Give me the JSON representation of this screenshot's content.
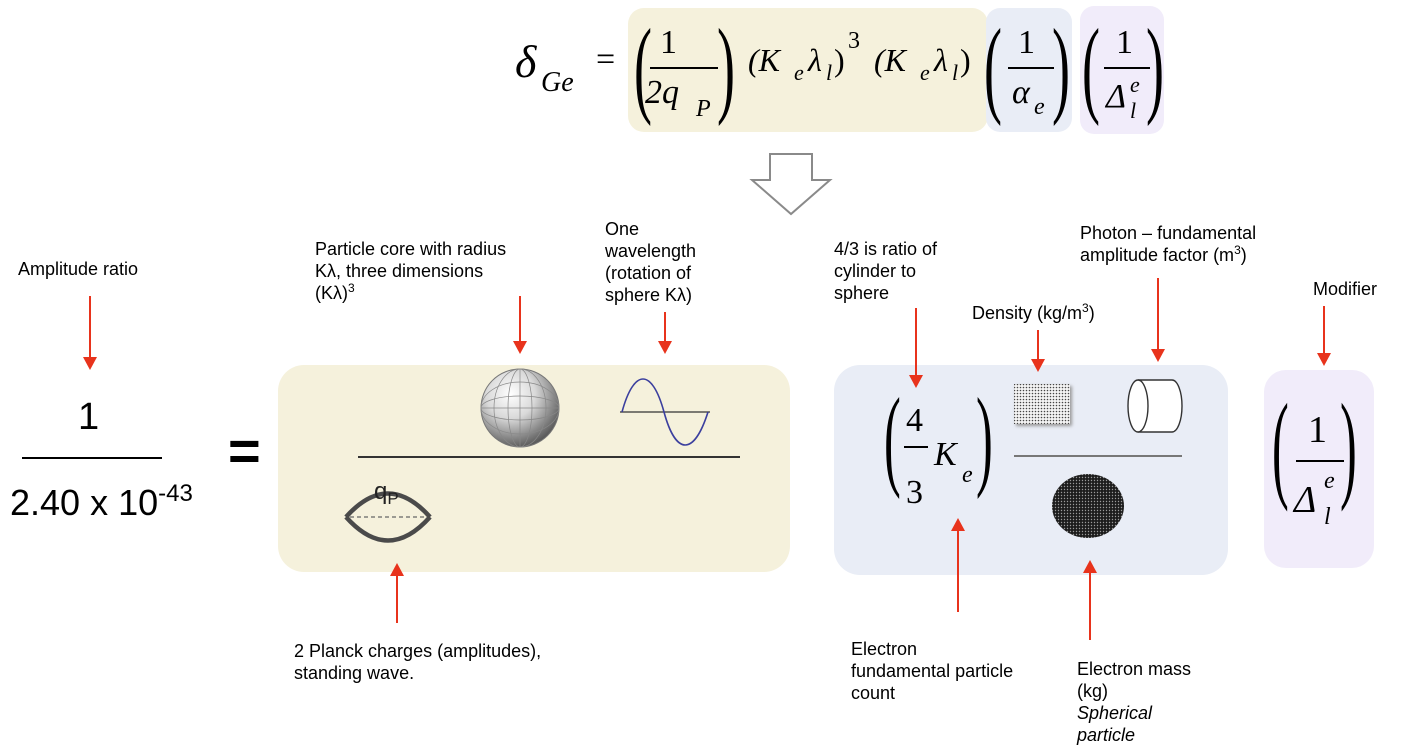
{
  "header_equation": {
    "lhs_symbol": "δ",
    "lhs_sub": "Ge",
    "equals": "=",
    "factor1_num": "1",
    "factor1_den": "2q",
    "factor1_den_sub": "P",
    "factor2": "(K",
    "factor2_sub_e": "e",
    "factor2_lambda": "λ",
    "factor2_sub_l": "l",
    "factor2_close": ")",
    "factor2_exp": "3",
    "factor3": "(K",
    "factor3_sub_e": "e",
    "factor3_lambda": "λ",
    "factor3_sub_l": "l",
    "factor3_close": ")",
    "factor4_num": "1",
    "factor4_den": "α",
    "factor4_den_sub": "e",
    "factor5_num": "1",
    "factor5_den": "Δ",
    "factor5_den_sup": "e",
    "factor5_den_sub": "l"
  },
  "amplitude": {
    "label": "Amplitude ratio",
    "numerator": "1",
    "denominator": "2.40 x 10",
    "exponent": "-43",
    "equals": "="
  },
  "planck_box": {
    "core_label_line1": "Particle core with radius",
    "core_label_line2": "Kλ, three dimensions",
    "core_label_line3": "(Kλ)",
    "core_label_exp": "3",
    "wave_label_line1": "One",
    "wave_label_line2": "wavelength",
    "wave_label_line3": "(rotation of",
    "wave_label_line4": "sphere Kλ)",
    "charge_symbol": "q",
    "charge_sub": "P",
    "charges_label_line1": "2 Planck charges (amplitudes),",
    "charges_label_line2": "standing wave."
  },
  "electron_box": {
    "ratio_label_line1": "4/3 is ratio of",
    "ratio_label_line2": "cylinder to",
    "ratio_label_line3": "sphere",
    "density_label": "Density (kg/m",
    "density_exp": "3",
    "density_close": ")",
    "photon_label_line1": "Photon – fundamental",
    "photon_label_line2": "amplitude factor (m",
    "photon_exp": "3",
    "photon_close": ")",
    "frac_num": "4",
    "frac_den": "3",
    "k_symbol": "K",
    "k_sub": "e",
    "count_label_line1": "Electron",
    "count_label_line2": "fundamental particle",
    "count_label_line3": "count",
    "mass_label_line1": "Electron mass",
    "mass_label_line2": "(kg)",
    "mass_label_line3": "Spherical",
    "mass_label_line4": "particle"
  },
  "modifier_box": {
    "label": "Modifier",
    "num": "1",
    "den": "Δ",
    "den_sup": "e",
    "den_sub": "l"
  },
  "colors": {
    "cream": "#f5f1dc",
    "blue": "#e9edf6",
    "lavender": "#f1ecfa",
    "arrow_red": "#e8331c"
  }
}
